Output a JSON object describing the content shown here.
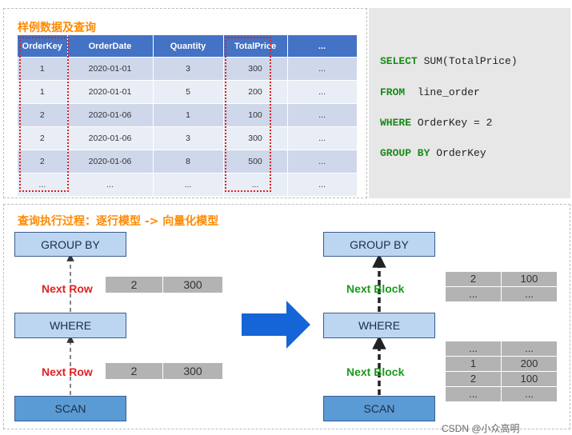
{
  "sample": {
    "title": "样例数据及查询",
    "columns": [
      "OrderKey",
      "OrderDate",
      "Quantity",
      "TotalPrice",
      "..."
    ],
    "rows": [
      [
        "1",
        "2020-01-01",
        "3",
        "300",
        "..."
      ],
      [
        "1",
        "2020-01-01",
        "5",
        "200",
        "..."
      ],
      [
        "2",
        "2020-01-06",
        "1",
        "100",
        "..."
      ],
      [
        "2",
        "2020-01-06",
        "3",
        "300",
        "..."
      ],
      [
        "2",
        "2020-01-06",
        "8",
        "500",
        "..."
      ],
      [
        "...",
        "...",
        "...",
        "...",
        "..."
      ]
    ]
  },
  "sql": {
    "select_kw": "SELECT",
    "select_rest": " SUM(TotalPrice)",
    "from_kw": "FROM",
    "from_rest": "  line_order",
    "where_kw": "WHERE",
    "where_rest": " OrderKey = 2",
    "group_kw": "GROUP BY",
    "group_rest": " OrderKey"
  },
  "process": {
    "title": "查询执行过程：逐行模型 -> 向量化模型",
    "row_model": {
      "group_by": "GROUP BY",
      "where": "WHERE",
      "scan": "SCAN",
      "upper_label": "Next Row",
      "upper_values": [
        "2",
        "300"
      ],
      "lower_label": "Next Row",
      "lower_values": [
        "2",
        "300"
      ]
    },
    "vector_model": {
      "group_by": "GROUP BY",
      "where": "WHERE",
      "scan": "SCAN",
      "upper_label": "Next Block",
      "upper_block": [
        [
          "2",
          "100"
        ],
        [
          "...",
          "..."
        ]
      ],
      "lower_label": "Next Block",
      "lower_block": [
        [
          "...",
          "..."
        ],
        [
          "1",
          "200"
        ],
        [
          "2",
          "100"
        ],
        [
          "...",
          "..."
        ]
      ]
    }
  },
  "colors": {
    "accent_title": "#ff8a00",
    "header_blue": "#4472c4",
    "arrow_blue": "#1565d8",
    "row_red": "#e02020",
    "block_green": "#1a9a1a"
  },
  "watermark": "CSDN @小众高明"
}
